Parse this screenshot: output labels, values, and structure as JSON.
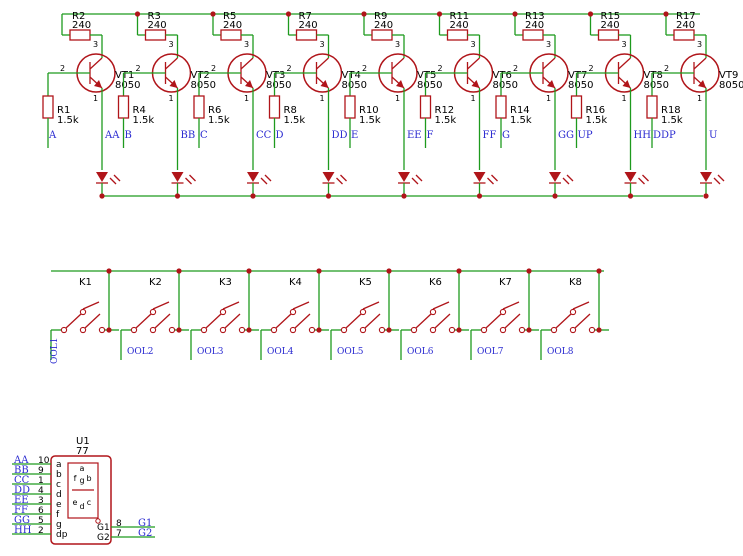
{
  "colors": {
    "wire": "#1e9a1e",
    "symbol": "#b0151a",
    "junction": "#b0151a",
    "net_label": "#2a2ad0",
    "text": "#000000"
  },
  "transistor_stages": [
    {
      "collector_resistor": {
        "ref": "R2",
        "value": "240"
      },
      "base_resistor": {
        "ref": "R1",
        "value": "1.5k"
      },
      "transistor": {
        "ref": "VT1",
        "model": "8050"
      },
      "base_net": "A",
      "collector_net": "AA"
    },
    {
      "collector_resistor": {
        "ref": "R3",
        "value": "240"
      },
      "base_resistor": {
        "ref": "R4",
        "value": "1.5k"
      },
      "transistor": {
        "ref": "VT2",
        "model": "8050"
      },
      "base_net": "B",
      "collector_net": "BB"
    },
    {
      "collector_resistor": {
        "ref": "R5",
        "value": "240"
      },
      "base_resistor": {
        "ref": "R6",
        "value": "1.5k"
      },
      "transistor": {
        "ref": "VT3",
        "model": "8050"
      },
      "base_net": "C",
      "collector_net": "CC"
    },
    {
      "collector_resistor": {
        "ref": "R7",
        "value": "240"
      },
      "base_resistor": {
        "ref": "R8",
        "value": "1.5k"
      },
      "transistor": {
        "ref": "VT4",
        "model": "8050"
      },
      "base_net": "D",
      "collector_net": "DD"
    },
    {
      "collector_resistor": {
        "ref": "R9",
        "value": "240"
      },
      "base_resistor": {
        "ref": "R10",
        "value": "1.5k"
      },
      "transistor": {
        "ref": "VT5",
        "model": "8050"
      },
      "base_net": "E",
      "collector_net": "EE"
    },
    {
      "collector_resistor": {
        "ref": "R11",
        "value": "240"
      },
      "base_resistor": {
        "ref": "R12",
        "value": "1.5k"
      },
      "transistor": {
        "ref": "VT6",
        "model": "8050"
      },
      "base_net": "F",
      "collector_net": "FF"
    },
    {
      "collector_resistor": {
        "ref": "R13",
        "value": "240"
      },
      "base_resistor": {
        "ref": "R14",
        "value": "1.5k"
      },
      "transistor": {
        "ref": "VT7",
        "model": "8050"
      },
      "base_net": "G",
      "collector_net": "GG"
    },
    {
      "collector_resistor": {
        "ref": "R15",
        "value": "240"
      },
      "base_resistor": {
        "ref": "R16",
        "value": "1.5k"
      },
      "transistor": {
        "ref": "VT8",
        "model": "8050"
      },
      "base_net": "UP",
      "collector_net": "HH"
    },
    {
      "collector_resistor": {
        "ref": "R17",
        "value": "240"
      },
      "base_resistor": {
        "ref": "R18",
        "value": "1.5k"
      },
      "transistor": {
        "ref": "VT9",
        "model": "8050"
      },
      "base_net": "DDP",
      "collector_net": "U"
    }
  ],
  "transistor_pins": {
    "base": "2",
    "collector": "3",
    "emitter": "1"
  },
  "switches": [
    {
      "ref": "K1",
      "net": "OOL1"
    },
    {
      "ref": "K2",
      "net": "OOL2"
    },
    {
      "ref": "K3",
      "net": "OOL3"
    },
    {
      "ref": "K4",
      "net": "OOL4"
    },
    {
      "ref": "K5",
      "net": "OOL5"
    },
    {
      "ref": "K6",
      "net": "OOL6"
    },
    {
      "ref": "K7",
      "net": "OOL7"
    },
    {
      "ref": "K8",
      "net": "OOL8"
    }
  ],
  "display": {
    "ref": "U1",
    "value": "77",
    "pins": [
      {
        "net": "AA",
        "num": "10",
        "name": "a"
      },
      {
        "net": "BB",
        "num": "9",
        "name": "b"
      },
      {
        "net": "CC",
        "num": "1",
        "name": "c"
      },
      {
        "net": "DD",
        "num": "4",
        "name": "d"
      },
      {
        "net": "EE",
        "num": "3",
        "name": "e"
      },
      {
        "net": "FF",
        "num": "6",
        "name": "f"
      },
      {
        "net": "GG",
        "num": "5",
        "name": "g"
      },
      {
        "net": "HH",
        "num": "2",
        "name": "dp"
      }
    ],
    "common_pins": [
      {
        "name": "G1",
        "num": "8",
        "net": "G1"
      },
      {
        "name": "G2",
        "num": "7",
        "net": "G2"
      }
    ],
    "segment_glyphs": [
      "a",
      "f",
      "g",
      "b",
      "e",
      "c",
      "d"
    ]
  }
}
